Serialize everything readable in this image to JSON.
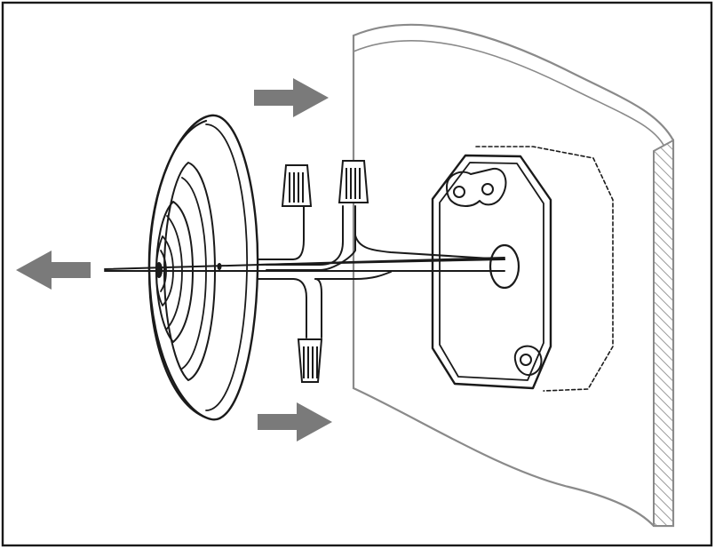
{
  "figure": {
    "subject": "ceiling-or-wall-mounted-device-installation",
    "colors": {
      "line": "#1a1a1a",
      "wall": "#8a8a8a",
      "arrow": "#7a7a7a",
      "hatch": "#9a9a9a"
    },
    "components": [
      "outer-frame",
      "wall-panel",
      "wall-edge-hatching",
      "junction-box",
      "wire-nut-connectors",
      "wires",
      "round-device",
      "direction-arrows"
    ]
  }
}
